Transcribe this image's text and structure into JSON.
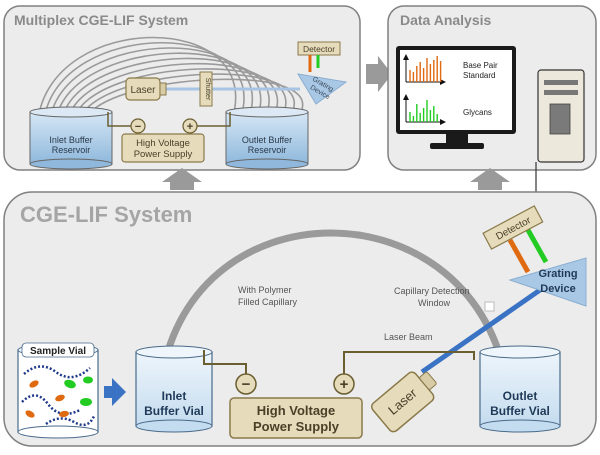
{
  "panels": {
    "multiplex_title": "Multiplex CGE-LIF System",
    "data_title": "Data Analysis",
    "cge_title": "CGE-LIF System"
  },
  "multiplex": {
    "detector": "Detector",
    "laser": "Laser",
    "shutter": "Shutter",
    "grating_line1": "Grating",
    "grating_line2": "Device",
    "minus": "−",
    "plus": "+",
    "hv_line1": "High Voltage",
    "hv_line2": "Power Supply",
    "inlet_line1": "Inlet Buffer",
    "inlet_line2": "Reservoir",
    "outlet_line1": "Outlet Buffer",
    "outlet_line2": "Reservoir"
  },
  "data_analysis": {
    "bp_line1": "Base Pair",
    "bp_line2": "Standard",
    "glycans": "Glycans",
    "bp_peaks": [
      12,
      10,
      16,
      20,
      14,
      24,
      18,
      22,
      26,
      21
    ],
    "glycan_peaks": [
      10,
      6,
      18,
      9,
      14,
      22,
      12,
      16,
      8
    ]
  },
  "cge": {
    "sample_vial": "Sample Vial",
    "polymer_line1": "With Polymer",
    "polymer_line2": "Filled Capillary",
    "window_line1": "Capillary Detection",
    "window_line2": "Window",
    "laser_beam": "Laser Beam",
    "laser": "Laser",
    "detector": "Detector",
    "grating_line1": "Grating",
    "grating_line2": "Device",
    "inlet_line1": "Inlet",
    "inlet_line2": "Buffer Vial",
    "outlet_line1": "Outlet",
    "outlet_line2": "Buffer Vial",
    "minus": "−",
    "plus": "+",
    "hv_line1": "High Voltage",
    "hv_line2": "Power Supply"
  },
  "colors": {
    "panel_fill": "#ececec",
    "panel_stroke": "#808080",
    "khaki_fill": "#e6dcbc",
    "khaki_stroke": "#8a7a4a",
    "buffer_blue": "#bcd8ee",
    "laser_beam": "#3a72c4",
    "grating": "#a9c8e6",
    "orange": "#e06a10",
    "green": "#22cc22",
    "arrow_grey": "#9a9a9a"
  }
}
